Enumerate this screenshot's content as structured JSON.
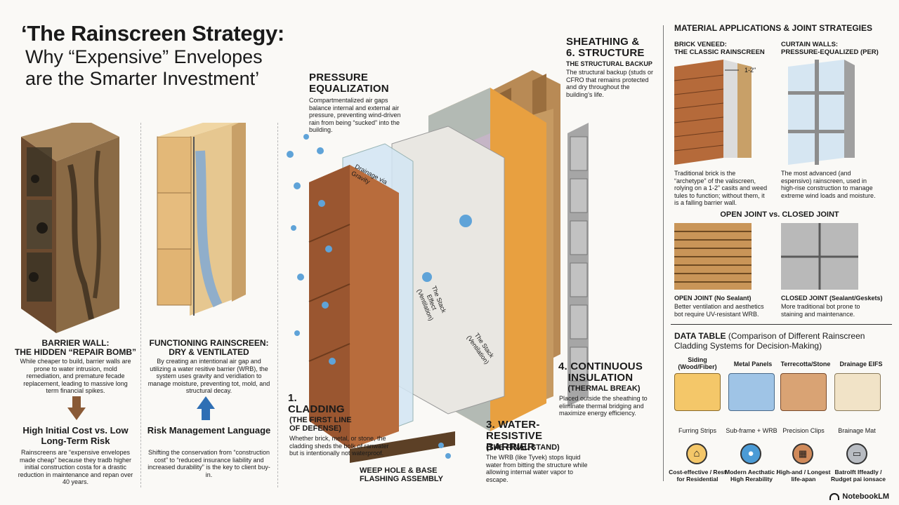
{
  "title": {
    "line1": "‘The Rainscreen Strategy:",
    "line2": "Why “Expensive” Envelopes are the Smarter Investment’"
  },
  "left": {
    "barrier": {
      "heading1": "BARRIER WALL:",
      "heading2": "THE HIDDEN “REPAIR BOMB”",
      "body": "While cheaper to build, barrier walls are prone to water intrusion, mold remediation, and premature fecade replacement, leading to massive long term financial spikes.",
      "cost_heading": "High Initial Cost vs. Low Long-Term Risk",
      "cost_body": "Rainscreens are “expensive envelopes made cheap” because they tradb higher initial construction costa for a drastic reduction in maintenance and repan over 40 years."
    },
    "rainscreen": {
      "heading1": "FUNCTIONING RAINSCREEN:",
      "heading2": "DRY & VENTILATED",
      "body": "By creating an intentional air gap and utilizing a water resitive barrier (WRB), the system uses gravity and veridlation to manage moisture, preventing tot, mold, and structural decay.",
      "risk_heading": "Risk Management Language",
      "risk_body": "Shifting the conservation from “construction cost” to “reduced insurance liability and increased durability” is the key to client buy-in."
    }
  },
  "center": {
    "pressure": {
      "heading": "PRESSURE EQUALIZATION",
      "body": "Compartmentalized air gaps balance internal and external air pressure, preventing wind-driven rain from being “sucked” into the building."
    },
    "sheathing": {
      "heading1": "SHEATHING &",
      "heading2": "6. STRUCTURE",
      "sub": "THE STRUCTURAL BACKUP",
      "body": "The structural backup (studs or CFRO that remains protected and dry throughout the building’s life."
    },
    "cladding": {
      "heading": "1. CLADDING",
      "sub": "(THE FIRST LINE OF DEFENSE)",
      "body": "Whether brick, metal, or stone, the cladding sheds the bolk of ranwater but is intentionally not waterproof."
    },
    "insulation": {
      "heading": "4. CONTINUOUS INSULATION",
      "sub": "(THERMAL BREAK)",
      "body": "Placed outside the sheathing to eliminate thermal bridging and maximize energy efficiency."
    },
    "wrb": {
      "heading": "3. WATER-RESISTIVE BARRIER",
      "sub": "(THE FINAL STAND)",
      "body": "The WRB (like Tyvek) stops liquid water from bitting the structure while allowing internal water vapor to escape."
    },
    "weep": "WEEP HOLE & BASE FLASHING ASSEMBLY",
    "drainage_label": "Drainage via Gravity",
    "stack1": "The Stack Effect (Ventilation)",
    "stack2": "The Stack (Ventilation)"
  },
  "right": {
    "heading": "MATERIAL APPLICATIONS & JOINT STRATEGIES",
    "brick": {
      "heading1": "BRICK VENEED:",
      "heading2": "THE CLASSIC RAINSCREEN",
      "dim": "1-2\"",
      "body": "Traditional brick is the “archetype” of the valiscreen, rolying on a 1-2” casits and weed tules to function; without them, it is a falling barrier wall."
    },
    "curtain": {
      "heading1": "CURTAIN WALLS:",
      "heading2": "PRESSURE-EQUALIZED (PER)",
      "body": "The most advanced (and espensivo) rainscreen, used in high-rise construction to manage extreme wind loads and moisture."
    },
    "joint_heading": "OPEN JOINT vs. CLOSED JOINT",
    "open": {
      "heading": "OPEN JOINT (No Sealant)",
      "body": "Better ventilation and aesthetics bot require UV-resistant WRB."
    },
    "closed": {
      "heading": "CLOSED JOINT (Sealant/Geskets)",
      "body": "More traditional bot prone to staining and maintenance."
    },
    "table": {
      "title_bold": "DATA TABLE",
      "title_rest": "(Comparison of Different Rainscreen Cladding Systems for Decision-Making)",
      "columns": [
        {
          "name": "Siding (Wood/Fiber)",
          "support": "Furring Strips",
          "verdict": "Cost-effective / Rest for Residential",
          "icon": "cost-house-icon"
        },
        {
          "name": "Metal Panels",
          "support": "Sub-frame + WRB",
          "verdict": "Modern Aecthatic / High Rerability",
          "icon": "person-icon"
        },
        {
          "name": "Terrecotta/Stone",
          "support": "Precision Clips",
          "verdict": "High-and / Longest Iife-apan",
          "icon": "building-icon"
        },
        {
          "name": "Drainage EIFS",
          "support": "Brainage Mat",
          "verdict": "Batrolft Iffeadly / Rudget pai ionsace",
          "icon": "money-icon"
        }
      ]
    }
  },
  "brand": "NotebookLM",
  "colors": {
    "accent_brown": "#8a5a36",
    "accent_blue": "#2f6fb4",
    "insulation_orange": "#e8a040"
  }
}
